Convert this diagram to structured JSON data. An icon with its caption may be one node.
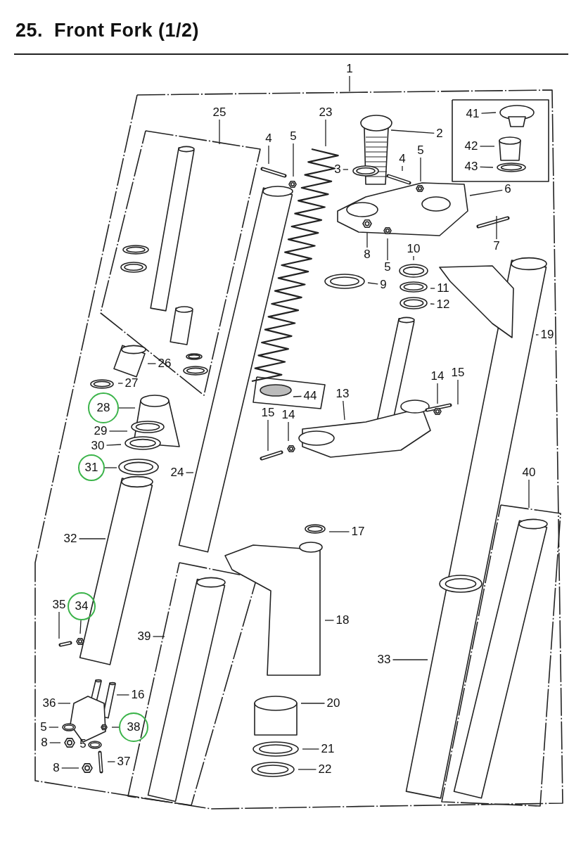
{
  "diagram": {
    "title": "25.  Front Fork (1/2)",
    "nodes": [
      {
        "text": [
          "1"
        ]
      },
      {
        "text": [
          "25"
        ]
      },
      {
        "text": [
          "23"
        ]
      },
      {
        "text": [
          "2"
        ]
      },
      {
        "text": [
          "41"
        ]
      },
      {
        "text": [
          "4"
        ]
      },
      {
        "text": [
          "5"
        ]
      },
      {
        "text": [
          "4"
        ]
      },
      {
        "text": [
          "5"
        ]
      },
      {
        "text": [
          "42"
        ]
      },
      {
        "text": [
          "3"
        ]
      },
      {
        "text": [
          "43"
        ]
      },
      {
        "text": [
          "6"
        ]
      },
      {
        "text": [
          "7"
        ]
      },
      {
        "text": [
          "10"
        ]
      },
      {
        "text": [
          "8"
        ]
      },
      {
        "text": [
          "5"
        ]
      },
      {
        "text": [
          "9"
        ]
      },
      {
        "text": [
          "11"
        ]
      },
      {
        "text": [
          "12"
        ]
      },
      {
        "text": [
          "19"
        ]
      },
      {
        "text": [
          "26"
        ]
      },
      {
        "text": [
          "27"
        ]
      },
      {
        "text": [
          "44"
        ]
      },
      {
        "text": [
          "13"
        ]
      },
      {
        "text": [
          "14"
        ]
      },
      {
        "text": [
          "15"
        ]
      },
      {
        "text": [
          "28"
        ]
      },
      {
        "text": [
          "15"
        ]
      },
      {
        "text": [
          "14"
        ]
      },
      {
        "text": [
          "29"
        ]
      },
      {
        "text": [
          "30"
        ]
      },
      {
        "text": [
          "31"
        ]
      },
      {
        "text": [
          "24"
        ]
      },
      {
        "text": [
          "40"
        ]
      },
      {
        "text": [
          "32"
        ]
      },
      {
        "text": [
          "17"
        ]
      },
      {
        "text": [
          "34"
        ]
      },
      {
        "text": [
          "35"
        ]
      },
      {
        "text": [
          "18"
        ]
      },
      {
        "text": [
          "39"
        ]
      },
      {
        "text": [
          "33"
        ]
      },
      {
        "text": [
          "16"
        ]
      },
      {
        "text": [
          "36"
        ]
      },
      {
        "text": [
          "20"
        ]
      },
      {
        "text": [
          "5"
        ]
      },
      {
        "text": [
          "38"
        ]
      },
      {
        "text": [
          "8"
        ]
      },
      {
        "text": [
          "37"
        ]
      },
      {
        "text": [
          "21"
        ]
      },
      {
        "text": [
          "8"
        ]
      },
      {
        "text": [
          "22"
        ]
      }
    ],
    "edges": [
      {
        "from": 0,
        "to": null,
        "arrow": "none"
      },
      {
        "from": 1,
        "to": null,
        "arrow": "none"
      },
      {
        "from": 2,
        "to": null,
        "arrow": "none"
      },
      {
        "from": 3,
        "to": null,
        "arrow": "none"
      },
      {
        "from": 4,
        "to": null,
        "arrow": "none"
      },
      {
        "from": 5,
        "to": null,
        "arrow": "none"
      },
      {
        "from": 6,
        "to": null,
        "arrow": "none"
      },
      {
        "from": 7,
        "to": null,
        "arrow": "none"
      },
      {
        "from": 8,
        "to": null,
        "arrow": "none"
      },
      {
        "from": 9,
        "to": null,
        "arrow": "none"
      },
      {
        "from": 10,
        "to": null,
        "arrow": "none"
      },
      {
        "from": 11,
        "to": null,
        "arrow": "none"
      },
      {
        "from": 12,
        "to": null,
        "arrow": "none"
      },
      {
        "from": 13,
        "to": null,
        "arrow": "none"
      },
      {
        "from": 14,
        "to": null,
        "arrow": "none"
      },
      {
        "from": 15,
        "to": null,
        "arrow": "none"
      },
      {
        "from": 16,
        "to": null,
        "arrow": "none"
      },
      {
        "from": 17,
        "to": null,
        "arrow": "none"
      },
      {
        "from": 18,
        "to": null,
        "arrow": "none"
      },
      {
        "from": 19,
        "to": null,
        "arrow": "none"
      },
      {
        "from": 20,
        "to": null,
        "arrow": "none"
      },
      {
        "from": 21,
        "to": null,
        "arrow": "none"
      },
      {
        "from": 22,
        "to": null,
        "arrow": "none"
      },
      {
        "from": 23,
        "to": null,
        "arrow": "none"
      },
      {
        "from": 24,
        "to": null,
        "arrow": "none"
      },
      {
        "from": 25,
        "to": null,
        "arrow": "none"
      },
      {
        "from": 26,
        "to": null,
        "arrow": "none"
      },
      {
        "from": 27,
        "to": null,
        "arrow": "none"
      },
      {
        "from": 28,
        "to": null,
        "arrow": "none"
      },
      {
        "from": 29,
        "to": null,
        "arrow": "none"
      },
      {
        "from": 30,
        "to": null,
        "arrow": "none"
      },
      {
        "from": 31,
        "to": null,
        "arrow": "none"
      },
      {
        "from": 32,
        "to": null,
        "arrow": "none"
      },
      {
        "from": 33,
        "to": null,
        "arrow": "none"
      },
      {
        "from": 34,
        "to": null,
        "arrow": "none"
      },
      {
        "from": 35,
        "to": null,
        "arrow": "none"
      },
      {
        "from": 36,
        "to": null,
        "arrow": "none"
      },
      {
        "from": 37,
        "to": null,
        "arrow": "none"
      },
      {
        "from": 38,
        "to": null,
        "arrow": "none"
      },
      {
        "from": 39,
        "to": null,
        "arrow": "none"
      },
      {
        "from": 40,
        "to": null,
        "arrow": "none"
      },
      {
        "from": 41,
        "to": null,
        "arrow": "none"
      },
      {
        "from": 42,
        "to": null,
        "arrow": "none"
      },
      {
        "from": 43,
        "to": null,
        "arrow": "none"
      },
      {
        "from": 44,
        "to": null,
        "arrow": "none"
      },
      {
        "from": 45,
        "to": null,
        "arrow": "none"
      },
      {
        "from": 46,
        "to": null,
        "arrow": "none"
      },
      {
        "from": 47,
        "to": null,
        "arrow": "none"
      },
      {
        "from": 48,
        "to": null,
        "arrow": "none"
      },
      {
        "from": 49,
        "to": null,
        "arrow": "none"
      },
      {
        "from": 50,
        "to": null,
        "arrow": "none"
      },
      {
        "from": 51,
        "to": null,
        "arrow": "none"
      }
    ],
    "labels": [
      "5"
    ]
  }
}
